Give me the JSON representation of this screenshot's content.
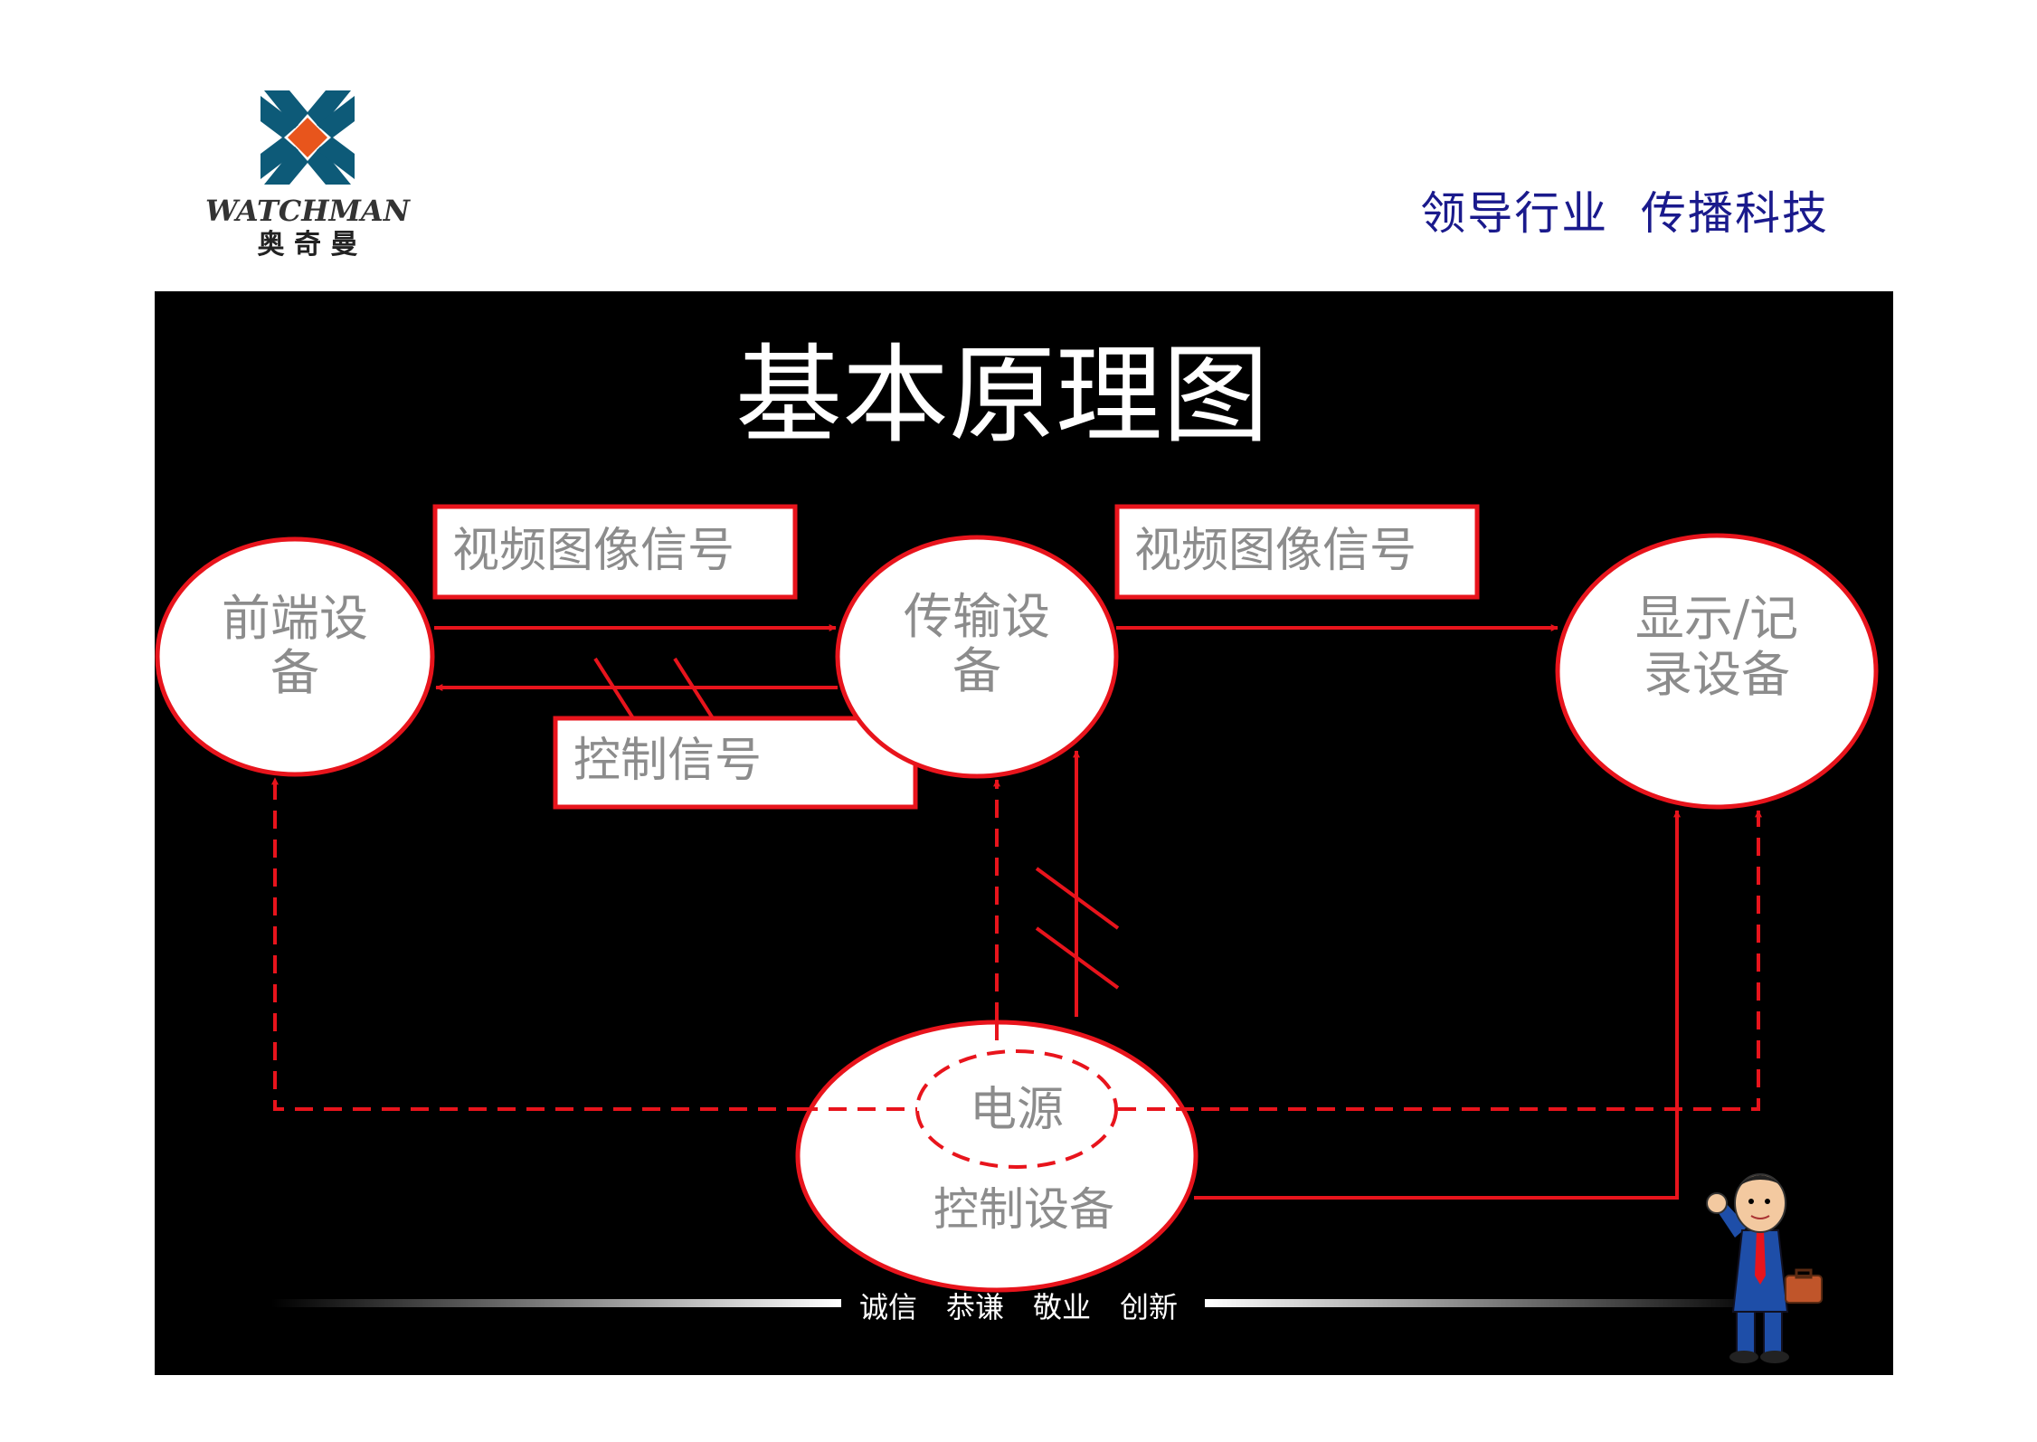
{
  "header": {
    "brand_name": "WATCHMAN",
    "brand_name_cn": "奥 奇 曼",
    "slogan": "领导行业  传播科技"
  },
  "slide": {
    "title": "基本原理图",
    "nodes": {
      "front": {
        "line1": "前端设",
        "line2": "备"
      },
      "transmit": {
        "line1": "传输设",
        "line2": "备"
      },
      "display": {
        "line1": "显示/记",
        "line2": "录设备"
      },
      "power": "电源",
      "control": "控制设备"
    },
    "labels": {
      "video_signal_1": "视频图像信号",
      "video_signal_2": "视频图像信号",
      "control_signal": "控制信号"
    },
    "footer_motto": [
      "诚信",
      "恭谦",
      "敬业",
      "创新"
    ]
  },
  "colors": {
    "background": "#000000",
    "accent": "#e8141c",
    "node_fill": "#ffffff",
    "node_text": "#8c8c8c",
    "slogan": "#1a1a8c",
    "logo_teal": "#0d5a78",
    "logo_orange": "#e8551c"
  }
}
